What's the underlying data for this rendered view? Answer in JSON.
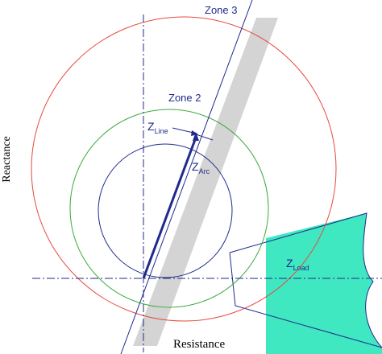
{
  "labels": {
    "zone3": "Zone 3",
    "zone2": "Zone 2",
    "z_line_main": "Z",
    "z_line_sub": "Line",
    "z_arc_main": "Z",
    "z_arc_sub": "Arc",
    "z_load_main": "Z",
    "z_load_sub": "Load",
    "reactance_axis": "Reactance",
    "resistance_axis": "Resistance"
  },
  "colors": {
    "zone3_circle": "#e8493f",
    "zone2_circle": "#3daa3d",
    "zone1_circle": "#1f2a8c",
    "line_impedance": "#1f2a8c",
    "label_text": "#1f2a8c",
    "axis_dash": "#1f2a8c",
    "resistance_band": "#d4d4d4",
    "load_region": "#3fe8c0",
    "load_outline": "#1f2a8c"
  }
}
